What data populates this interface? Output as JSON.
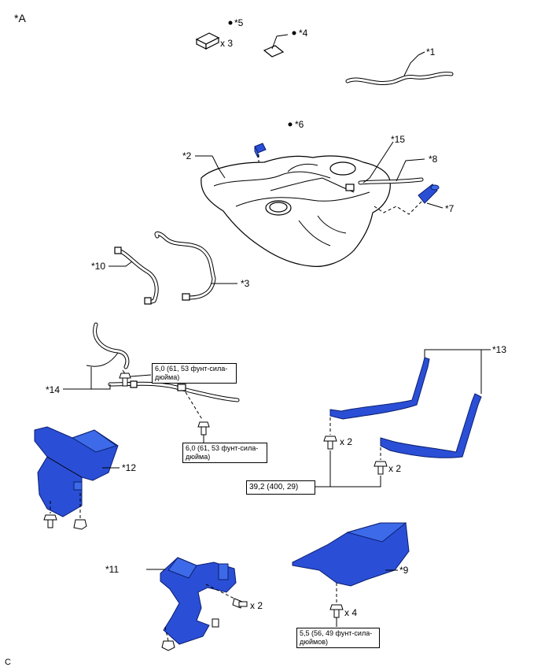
{
  "view_label": "*A",
  "corner_label": "C",
  "parts": {
    "p1": "*1",
    "p2": "*2",
    "p3": "*3",
    "p4": "*4",
    "p5": "*5",
    "p6": "*6",
    "p7": "*7",
    "p8": "*8",
    "p9": "*9",
    "p10": "*10",
    "p11": "*11",
    "p12": "*12",
    "p13": "*13",
    "p14": "*14",
    "p15": "*15"
  },
  "quantities": {
    "q5": "x 3",
    "q13a": "x 2",
    "q13b": "x 2",
    "q11": "x 2",
    "q9": "x 4"
  },
  "torques": {
    "t14a": "6,0 (61, 53 фунт-сила-дюйма)",
    "t14b": "6,0 (61, 53 фунт-сила-дюйма)",
    "t13": "39,2 (400, 29)",
    "t9": "5,5 (56, 49 фунт-сила-дюймов)"
  },
  "icons": {
    "dot": "non-reusable-part-dot",
    "gasket": "gasket-icon",
    "bolt": "bolt-icon",
    "nut": "nut-icon"
  },
  "colors": {
    "highlight": "#2a4fd6",
    "outline": "#000000"
  }
}
